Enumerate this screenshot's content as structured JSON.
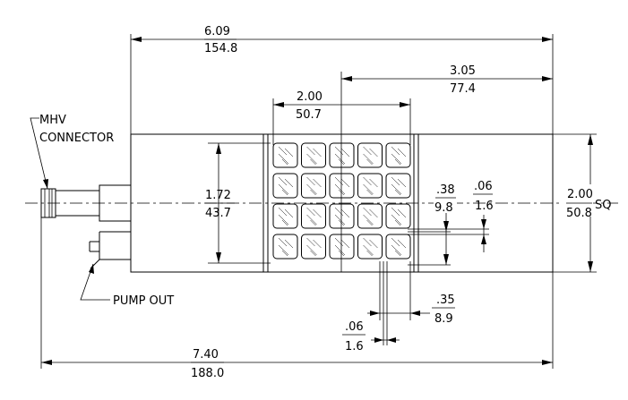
{
  "labels": {
    "mhv_line1": "MHV",
    "mhv_line2": "CONNECTOR",
    "pump_out": "PUMP OUT",
    "sq": "SQ"
  },
  "dimensions": {
    "overall_top_in": "6.09",
    "overall_top_mm": "154.8",
    "right_offset_in": "3.05",
    "right_offset_mm": "77.4",
    "array_width_in": "2.00",
    "array_width_mm": "50.7",
    "array_height_in": "1.72",
    "array_height_mm": "43.7",
    "body_height_in": "2.00",
    "body_height_mm": "50.8",
    "row_gap_in": ".38",
    "row_gap_mm": "9.8",
    "gap_small_v_in": ".06",
    "gap_small_v_mm": "1.6",
    "pitch_in": ".35",
    "pitch_mm": "8.9",
    "gap_small_h_in": ".06",
    "gap_small_h_mm": "1.6",
    "overall_bottom_in": "7.40",
    "overall_bottom_mm": "188.0"
  }
}
